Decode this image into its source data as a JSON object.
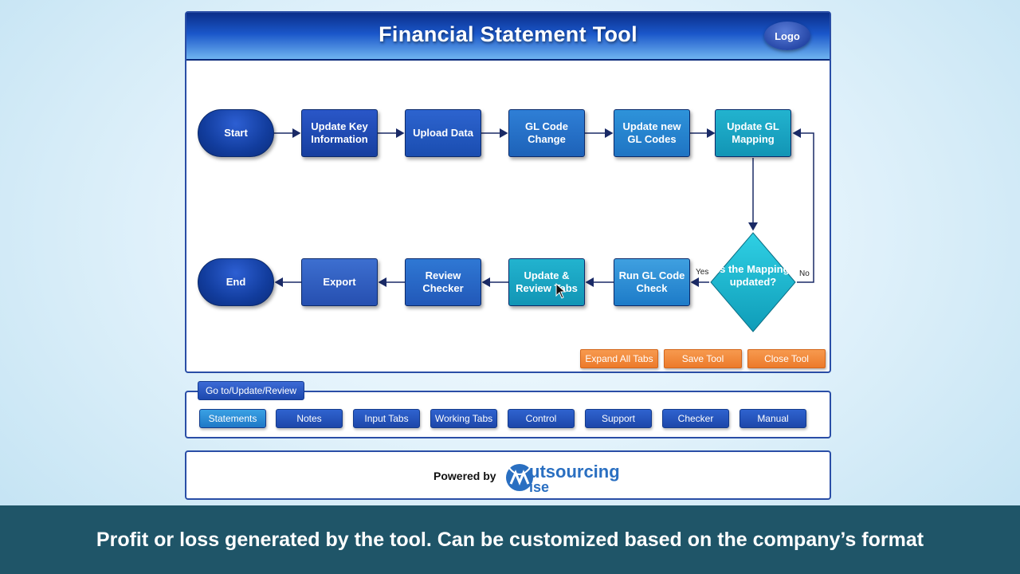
{
  "app": {
    "title": "Financial Statement Tool",
    "logo_label": "Logo"
  },
  "flow": {
    "start": "Start",
    "update_key_info": "Update Key Information",
    "upload_data": "Upload Data",
    "gl_code_change": "GL Code Change",
    "update_new_gl_codes": "Update new GL Codes",
    "update_gl_mapping": "Update GL Mapping",
    "decision": "Is the Mapping updated?",
    "yes": "Yes",
    "no": "No",
    "run_gl_code_check": "Run GL Code Check",
    "update_review_tabs": "Update & Review Tabs",
    "review_checker": "Review Checker",
    "export": "Export",
    "end": "End"
  },
  "actions": {
    "expand_all_tabs": "Expand All Tabs",
    "save_tool": "Save Tool",
    "close_tool": "Close Tool"
  },
  "nav": {
    "tab_label": "Go to/Update/Review",
    "buttons": [
      "Statements",
      "Notes",
      "Input Tabs",
      "Working Tabs",
      "Control",
      "Support",
      "Checker",
      "Manual"
    ]
  },
  "footer": {
    "powered_by": "Powered by",
    "brand_part1": "utsourcing",
    "brand_part2": "ise"
  },
  "caption": "Profit or loss generated by the tool. Can be customized based on the company’s format",
  "colors": {
    "title_bar": "#1a56c9",
    "action_buttons": "#ec7a2a",
    "caption_bar": "#1f5568",
    "decision": "#19b7cf"
  }
}
